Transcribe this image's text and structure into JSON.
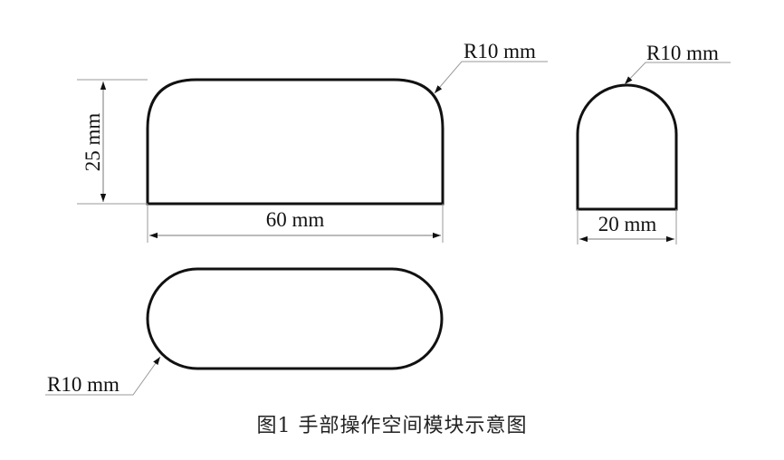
{
  "figure": {
    "caption": "图1  手部操作空间模块示意图"
  },
  "module_side_view": {
    "width_label": "60 mm",
    "height_label": "25 mm",
    "radius_label": "R10 mm"
  },
  "module_end_view": {
    "width_label": "20 mm",
    "radius_label": "R10 mm"
  },
  "module_top_view": {
    "radius_label": "R10 mm"
  },
  "colors": {
    "outline": "#111111",
    "dimension_line": "#888888",
    "background": "#ffffff"
  }
}
